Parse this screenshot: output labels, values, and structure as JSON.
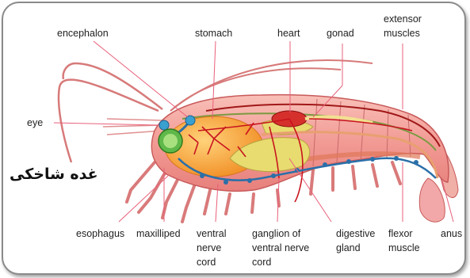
{
  "labels": {
    "encephalon": "encephalon",
    "stomach": "stomach",
    "heart": "heart",
    "gonad": "gonad",
    "extensor_1": "extensor",
    "extensor_2": "muscles",
    "eye": "eye",
    "persian": "غده شاخکی",
    "esophagus": "esophagus",
    "maxilliped": "maxilliped",
    "ventral_1": "ventral",
    "ventral_2": "nerve",
    "ventral_3": "cord",
    "ganglion_1": "ganglion of",
    "ganglion_2": "ventral nerve",
    "ganglion_3": "cord",
    "digestive_1": "digestive",
    "digestive_2": "gland",
    "flexor_1": "flexor",
    "flexor_2": "muscle",
    "anus": "anus"
  },
  "colors": {
    "leader_line": "#e8607a",
    "body_pink": "#f3a0a0",
    "body_outline": "#c85a5a",
    "stomach_orange": "#f7a23a",
    "digestive_yellow": "#e8dc70",
    "gland_green": "#5fb84a",
    "nerve_blue": "#2a6fa8",
    "artery_red": "#c8141e"
  }
}
